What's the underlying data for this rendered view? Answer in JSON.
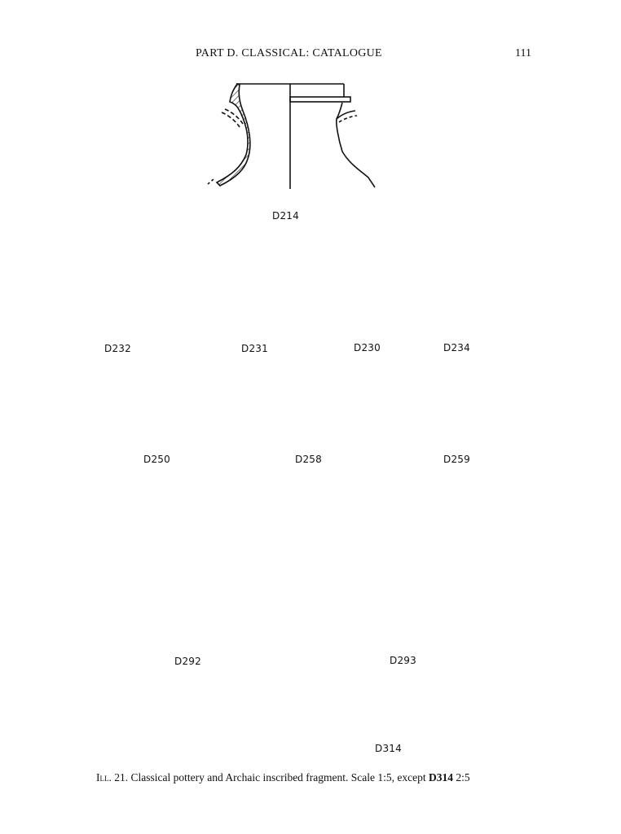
{
  "header": {
    "running_head": "PART D. CLASSICAL: CATALOGUE",
    "page_number": "111"
  },
  "figures": [
    {
      "id": "D214",
      "label": "D214",
      "type": "jar neck profile"
    },
    {
      "id": "D232",
      "label": "D232",
      "type": "base profile"
    },
    {
      "id": "D231",
      "label": "D231",
      "type": "decoration fragment"
    },
    {
      "id": "D230",
      "label": "D230",
      "type": "rim profile"
    },
    {
      "id": "D234",
      "label": "D234",
      "type": "rim profile"
    },
    {
      "id": "D250",
      "label": "D250",
      "type": "plate profile"
    },
    {
      "id": "D258",
      "label": "D258",
      "type": "handle and wall profile"
    },
    {
      "id": "D259",
      "label": "D259",
      "type": "handle and wall profile"
    },
    {
      "id": "D292",
      "label": "D292",
      "type": "foot profile"
    },
    {
      "id": "D293",
      "label": "D293",
      "type": "toe profile"
    },
    {
      "id": "D314",
      "label": "D314",
      "type": "inscribed fragment"
    }
  ],
  "caption": {
    "prefix": "Ill.",
    "number_text": " 21. Classical pottery and Archaic inscribed fragment. Scale 1:5, except ",
    "bold_ref": "D314",
    "suffix": " 2:5"
  }
}
